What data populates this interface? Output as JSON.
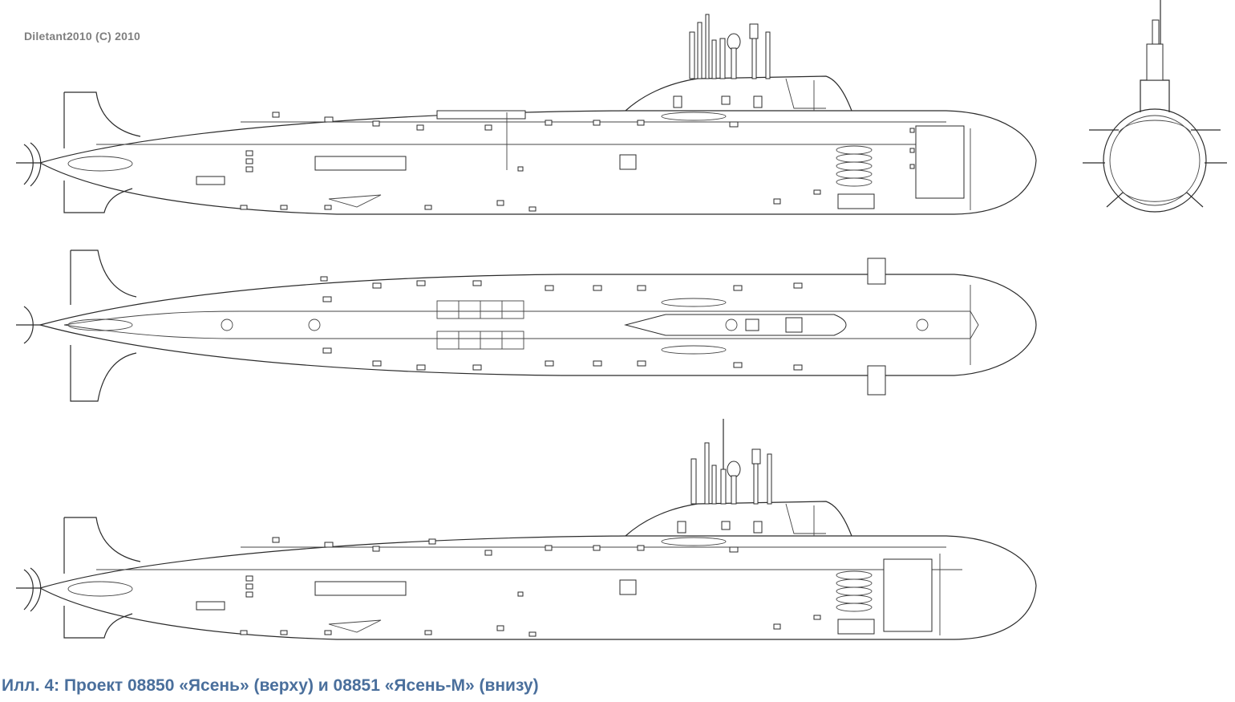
{
  "credit": "Diletant2010 (C) 2010",
  "caption": "Илл. 4: Проект 08850 «Ясень» (верху) и 08851 «Ясень-М» (внизу)",
  "colors": {
    "line": "#2b2b2b",
    "credit": "#7f7f7f",
    "caption": "#4a6f9c"
  },
  "views": [
    "side-profile-top",
    "front-section",
    "top-plan",
    "side-profile-bottom"
  ]
}
